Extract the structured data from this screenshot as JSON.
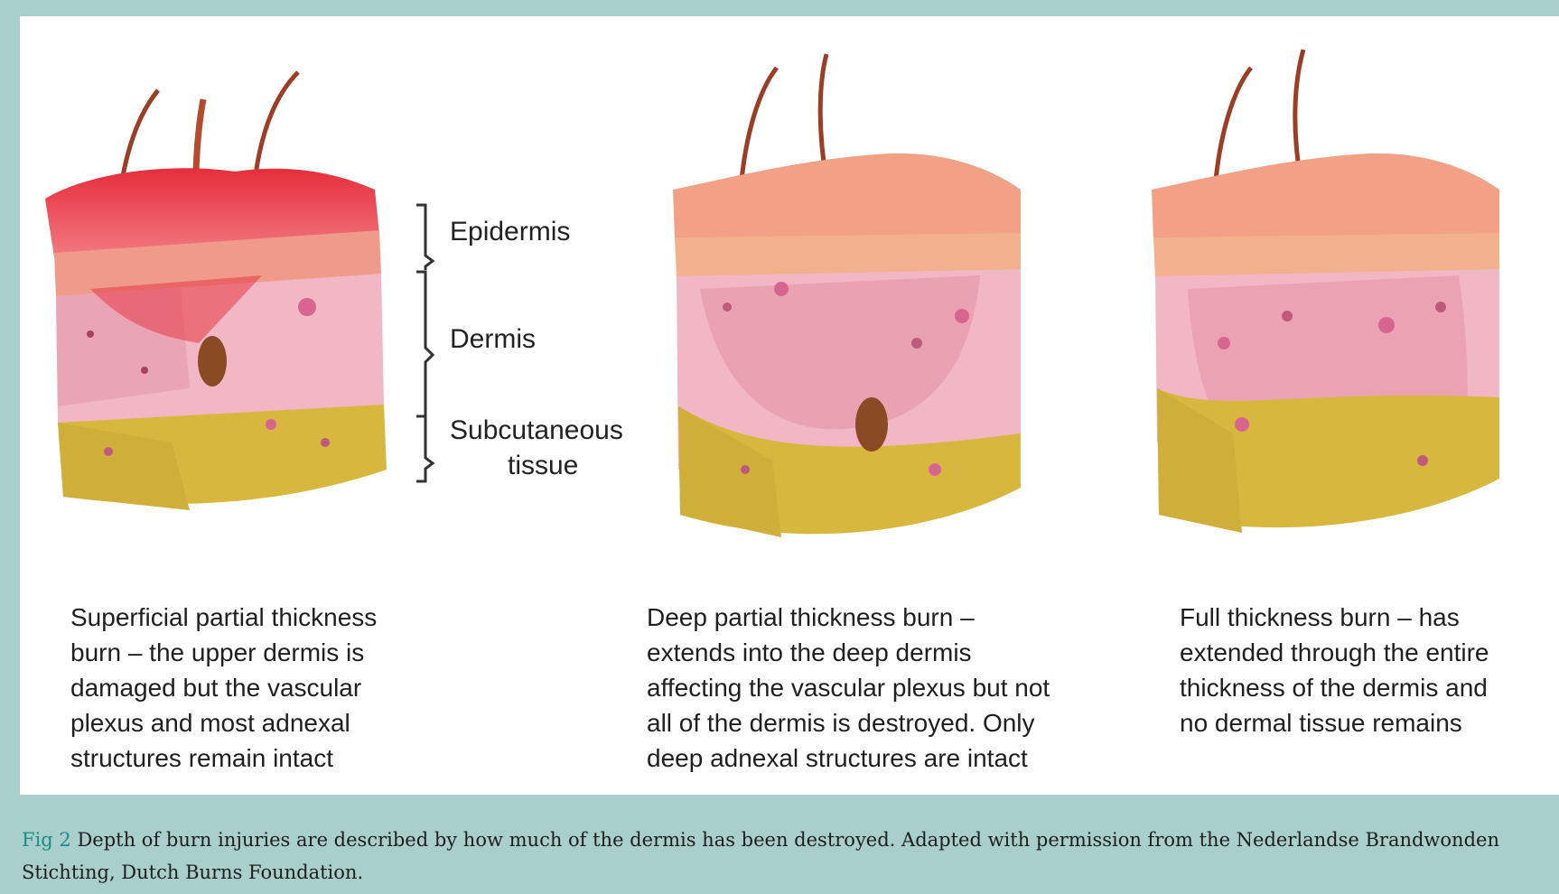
{
  "layer_labels": {
    "epidermis": "Epidermis",
    "dermis": "Dermis",
    "subcutaneous_line1": "Subcutaneous",
    "subcutaneous_line2": "tissue"
  },
  "burns": [
    {
      "description": "Superficial partial thickness\nburn – the upper dermis is\ndamaged but the vascular\nplexus and most adnexal\nstructures remain intact"
    },
    {
      "description": "Deep partial thickness burn –\nextends into the deep dermis\naffecting the vascular plexus but not\nall of the dermis is destroyed. Only\ndeep adnexal structures are intact"
    },
    {
      "description": "Full thickness burn – has\nextended through the entire\nthickness of the dermis and\nno dermal tissue remains"
    }
  ],
  "caption": {
    "label": "Fig 2",
    "text": " Depth of burn injuries are described by how much of the dermis has been destroyed. Adapted with permission from the Nederlandse Brandwonden Stichting, Dutch Burns Foundation."
  },
  "colors": {
    "frame": "#a9cfcc",
    "epidermis": "#f2a084",
    "dermis": "#f0b2c0",
    "fat": "#d8b73f",
    "burn_red": "#e8303c",
    "caption_label": "#1f8c8a"
  }
}
